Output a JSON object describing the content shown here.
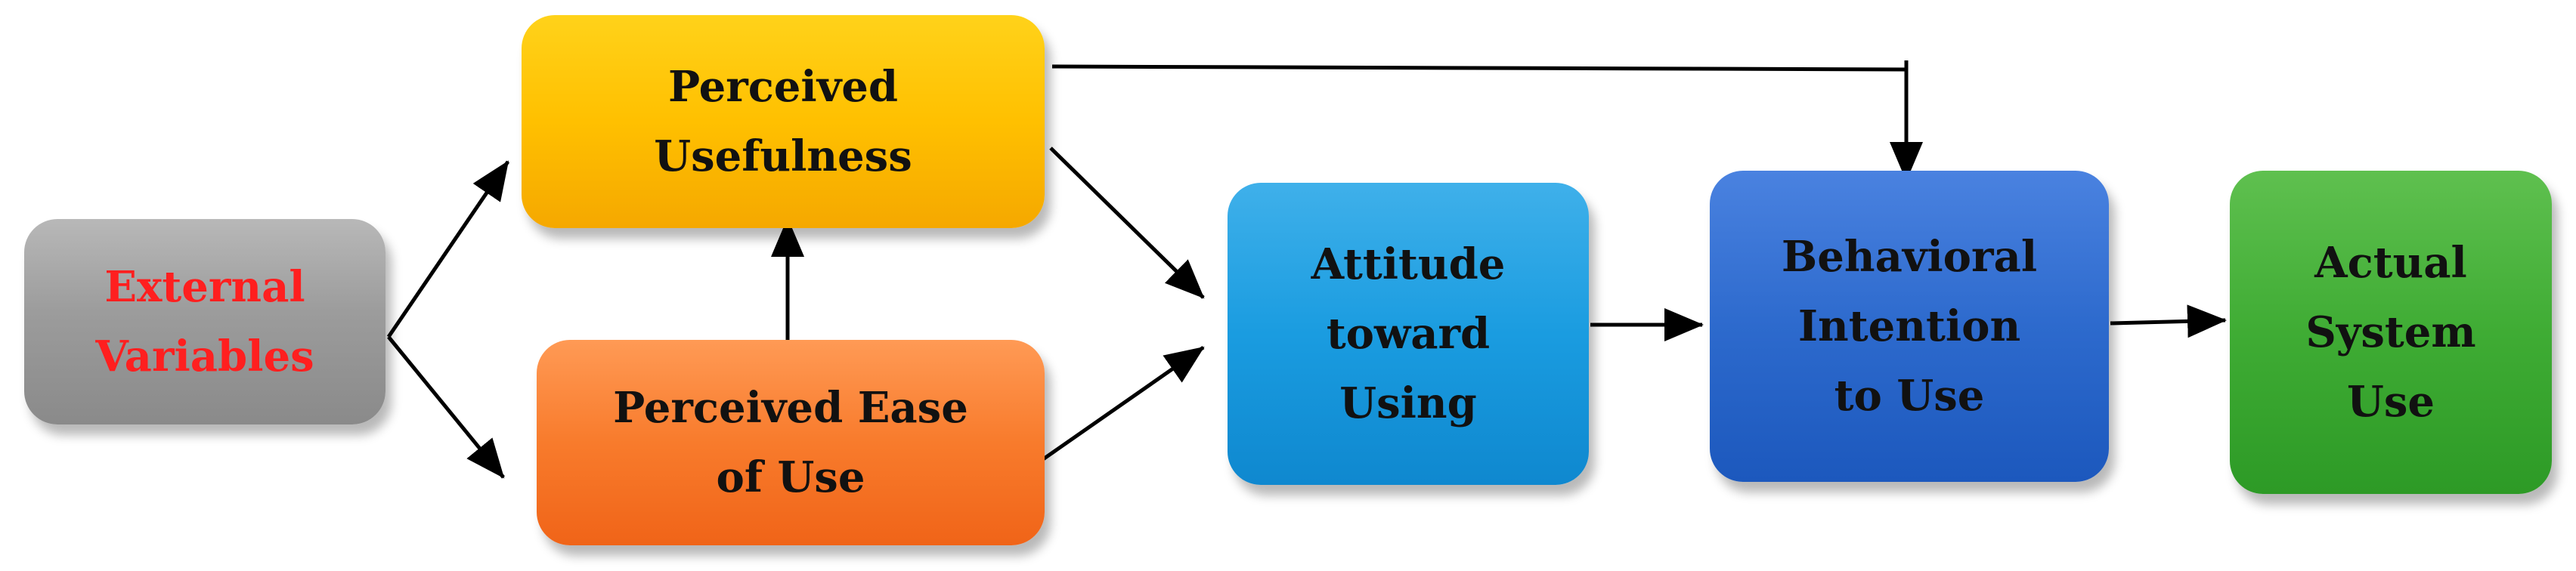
{
  "diagram": {
    "nodes": {
      "external_variables": "External\nVariables",
      "perceived_usefulness": "Perceived\nUsefulness",
      "perceived_ease_of_use": "Perceived Ease\nof Use",
      "attitude_toward_using": "Attitude\ntoward\nUsing",
      "behavioral_intention": "Behavioral\nIntention\nto Use",
      "actual_system_use": "Actual\nSystem\nUse"
    },
    "colors": {
      "external_variables_text": "#ff1f1f",
      "external_variables_box": "#9c9c9c",
      "perceived_usefulness_box": "#ffc000",
      "perceived_ease_of_use_box": "#f87b2c",
      "attitude_box": "#1a9ce0",
      "behavioral_intention_box": "#2d6acd",
      "actual_system_use_box": "#3fac34",
      "arrow": "#000000"
    },
    "edges": [
      {
        "from": "External Variables",
        "to": "Perceived Usefulness"
      },
      {
        "from": "External Variables",
        "to": "Perceived Ease of Use"
      },
      {
        "from": "Perceived Ease of Use",
        "to": "Perceived Usefulness"
      },
      {
        "from": "Perceived Usefulness",
        "to": "Attitude toward Using"
      },
      {
        "from": "Perceived Ease of Use",
        "to": "Attitude toward Using"
      },
      {
        "from": "Perceived Usefulness",
        "to": "Behavioral Intention to Use"
      },
      {
        "from": "Attitude toward Using",
        "to": "Behavioral Intention to Use"
      },
      {
        "from": "Behavioral Intention to Use",
        "to": "Actual System Use"
      }
    ]
  }
}
